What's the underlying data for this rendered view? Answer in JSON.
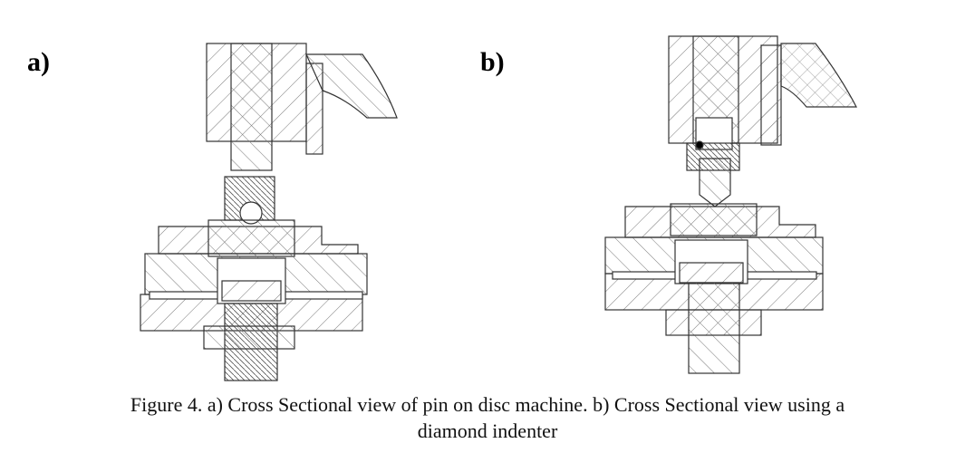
{
  "figure": {
    "panel_a_label": "a)",
    "panel_b_label": "b)",
    "caption_line1": "Figure 4. a) Cross Sectional view of pin on disc machine. b) Cross Sectional view using a",
    "caption_line2": "diamond indenter"
  }
}
